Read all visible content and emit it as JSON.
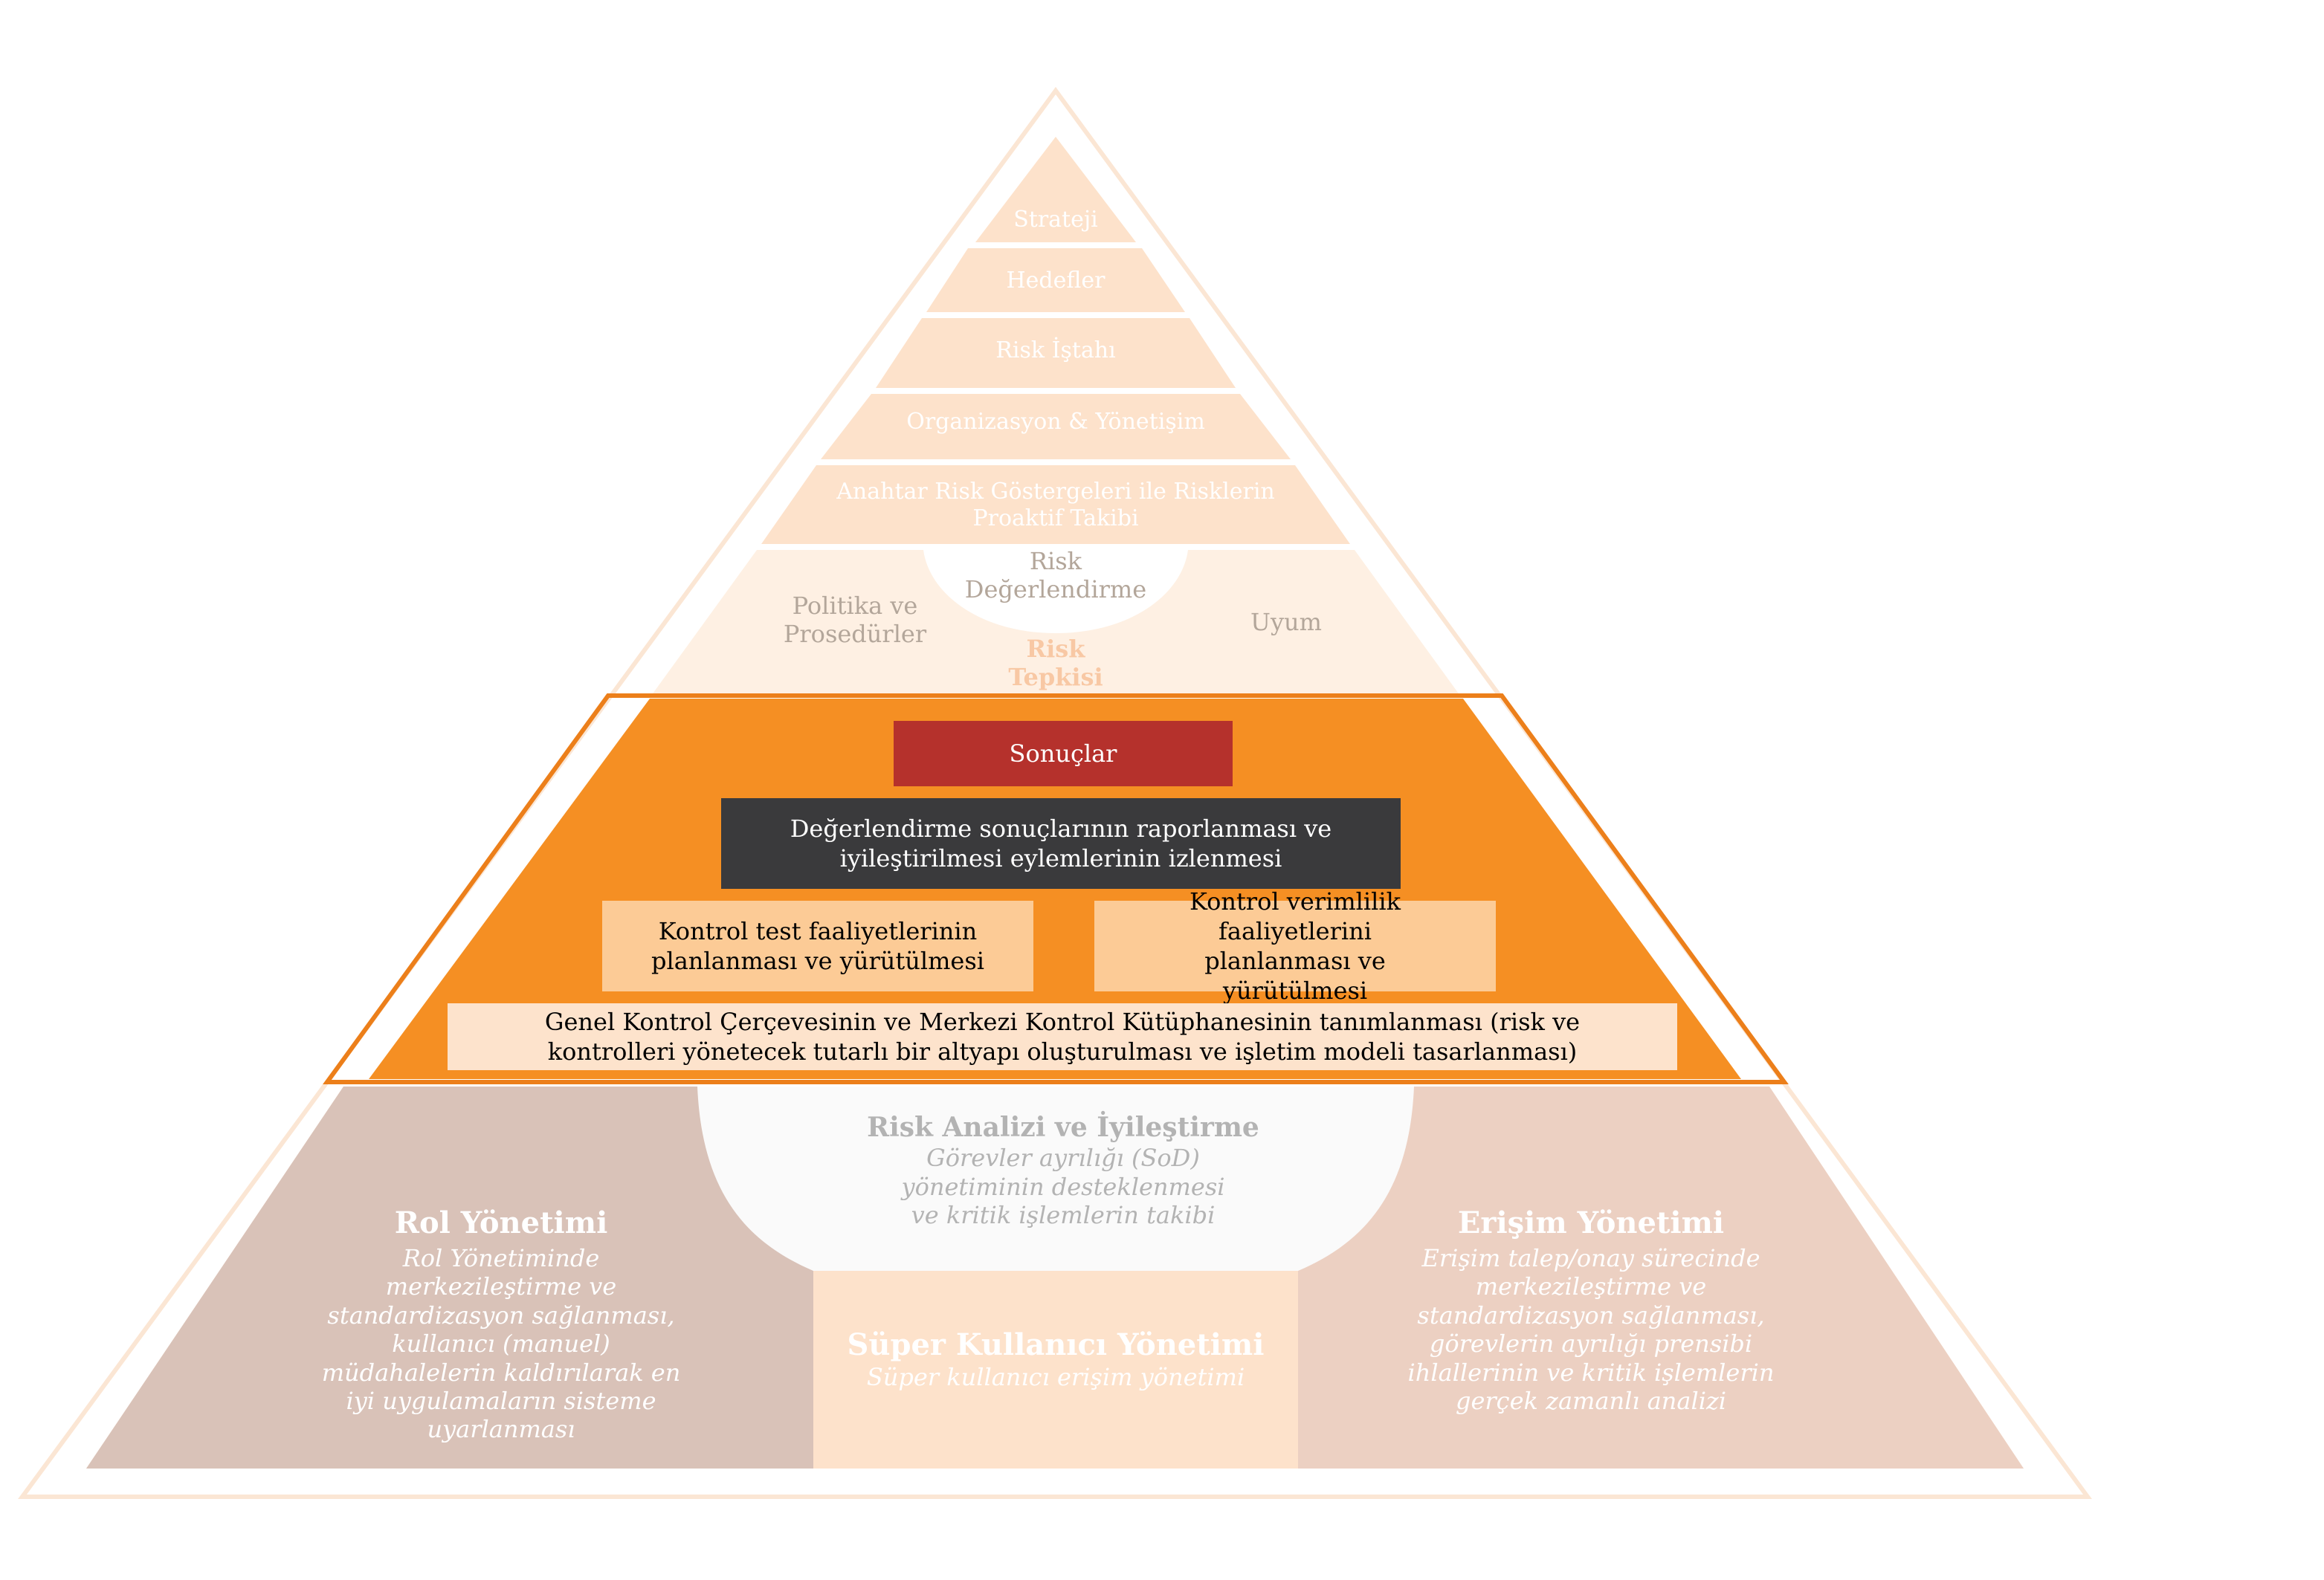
{
  "colors": {
    "orange": "#f58f23",
    "dark_red": "#b5312c",
    "dark_gray": "#3a3a3c",
    "light_orange_box": "#fccb96",
    "cream_box": "#fde3cc",
    "peach_layer": "#fde2cb",
    "pale_layer": "#fef0e3",
    "rose_left": "#d9c2b8",
    "rose_right": "#ecd0c2",
    "white_center": "#fafafa"
  },
  "top_layers": [
    "Strateji",
    "Hedefler",
    "Risk İştahı",
    "Organizasyon & Yönetişim",
    "Anahtar Risk Göstergeleri ile Risklerin Proaktif Takibi"
  ],
  "cycle": {
    "left": "Politika ve Prosedürler",
    "top": "Risk Değerlendirme",
    "bottom": "Risk Tepkisi",
    "right": "Uyum"
  },
  "orange_section": {
    "results": "Sonuçlar",
    "reporting": "Değerlendirme sonuçlarının raporlanması ve iyileştirilmesi eylemlerinin  izlenmesi",
    "control_test": "Kontrol test faaliyetlerinin planlanması ve yürütülmesi",
    "control_efficiency": "Kontrol verimlilik faaliyetlerini planlanması ve yürütülmesi",
    "framework": "Genel Kontrol Çerçevesinin ve Merkezi Kontrol Kütüphanesinin tanımlanması (risk ve kontrolleri yönetecek tutarlı bir altyapı oluşturulması ve işletim modeli tasarlanması)"
  },
  "bottom_section": {
    "role": {
      "title": "Rol Yönetimi",
      "desc": "Rol Yönetiminde merkezileştirme ve standardizasyon sağlanması, kullanıcı (manuel) müdahalelerin kaldırılarak en iyi uygulamaların sisteme uyarlanması"
    },
    "risk_analysis": {
      "title": "Risk Analizi ve İyileştirme",
      "desc": "Görevler ayrılığı (SoD) yönetiminin desteklenmesi ve kritik işlemlerin takibi"
    },
    "super_user": {
      "title": "Süper Kullanıcı Yönetimi",
      "desc": "Süper kullanıcı erişim yönetimi"
    },
    "access": {
      "title": "Erişim Yönetimi",
      "desc": "Erişim talep/onay sürecinde merkezileştirme ve standardizasyon sağlanması, görevlerin ayrılığı prensibi ihlallerinin ve kritik işlemlerin gerçek zamanlı analizi"
    }
  }
}
